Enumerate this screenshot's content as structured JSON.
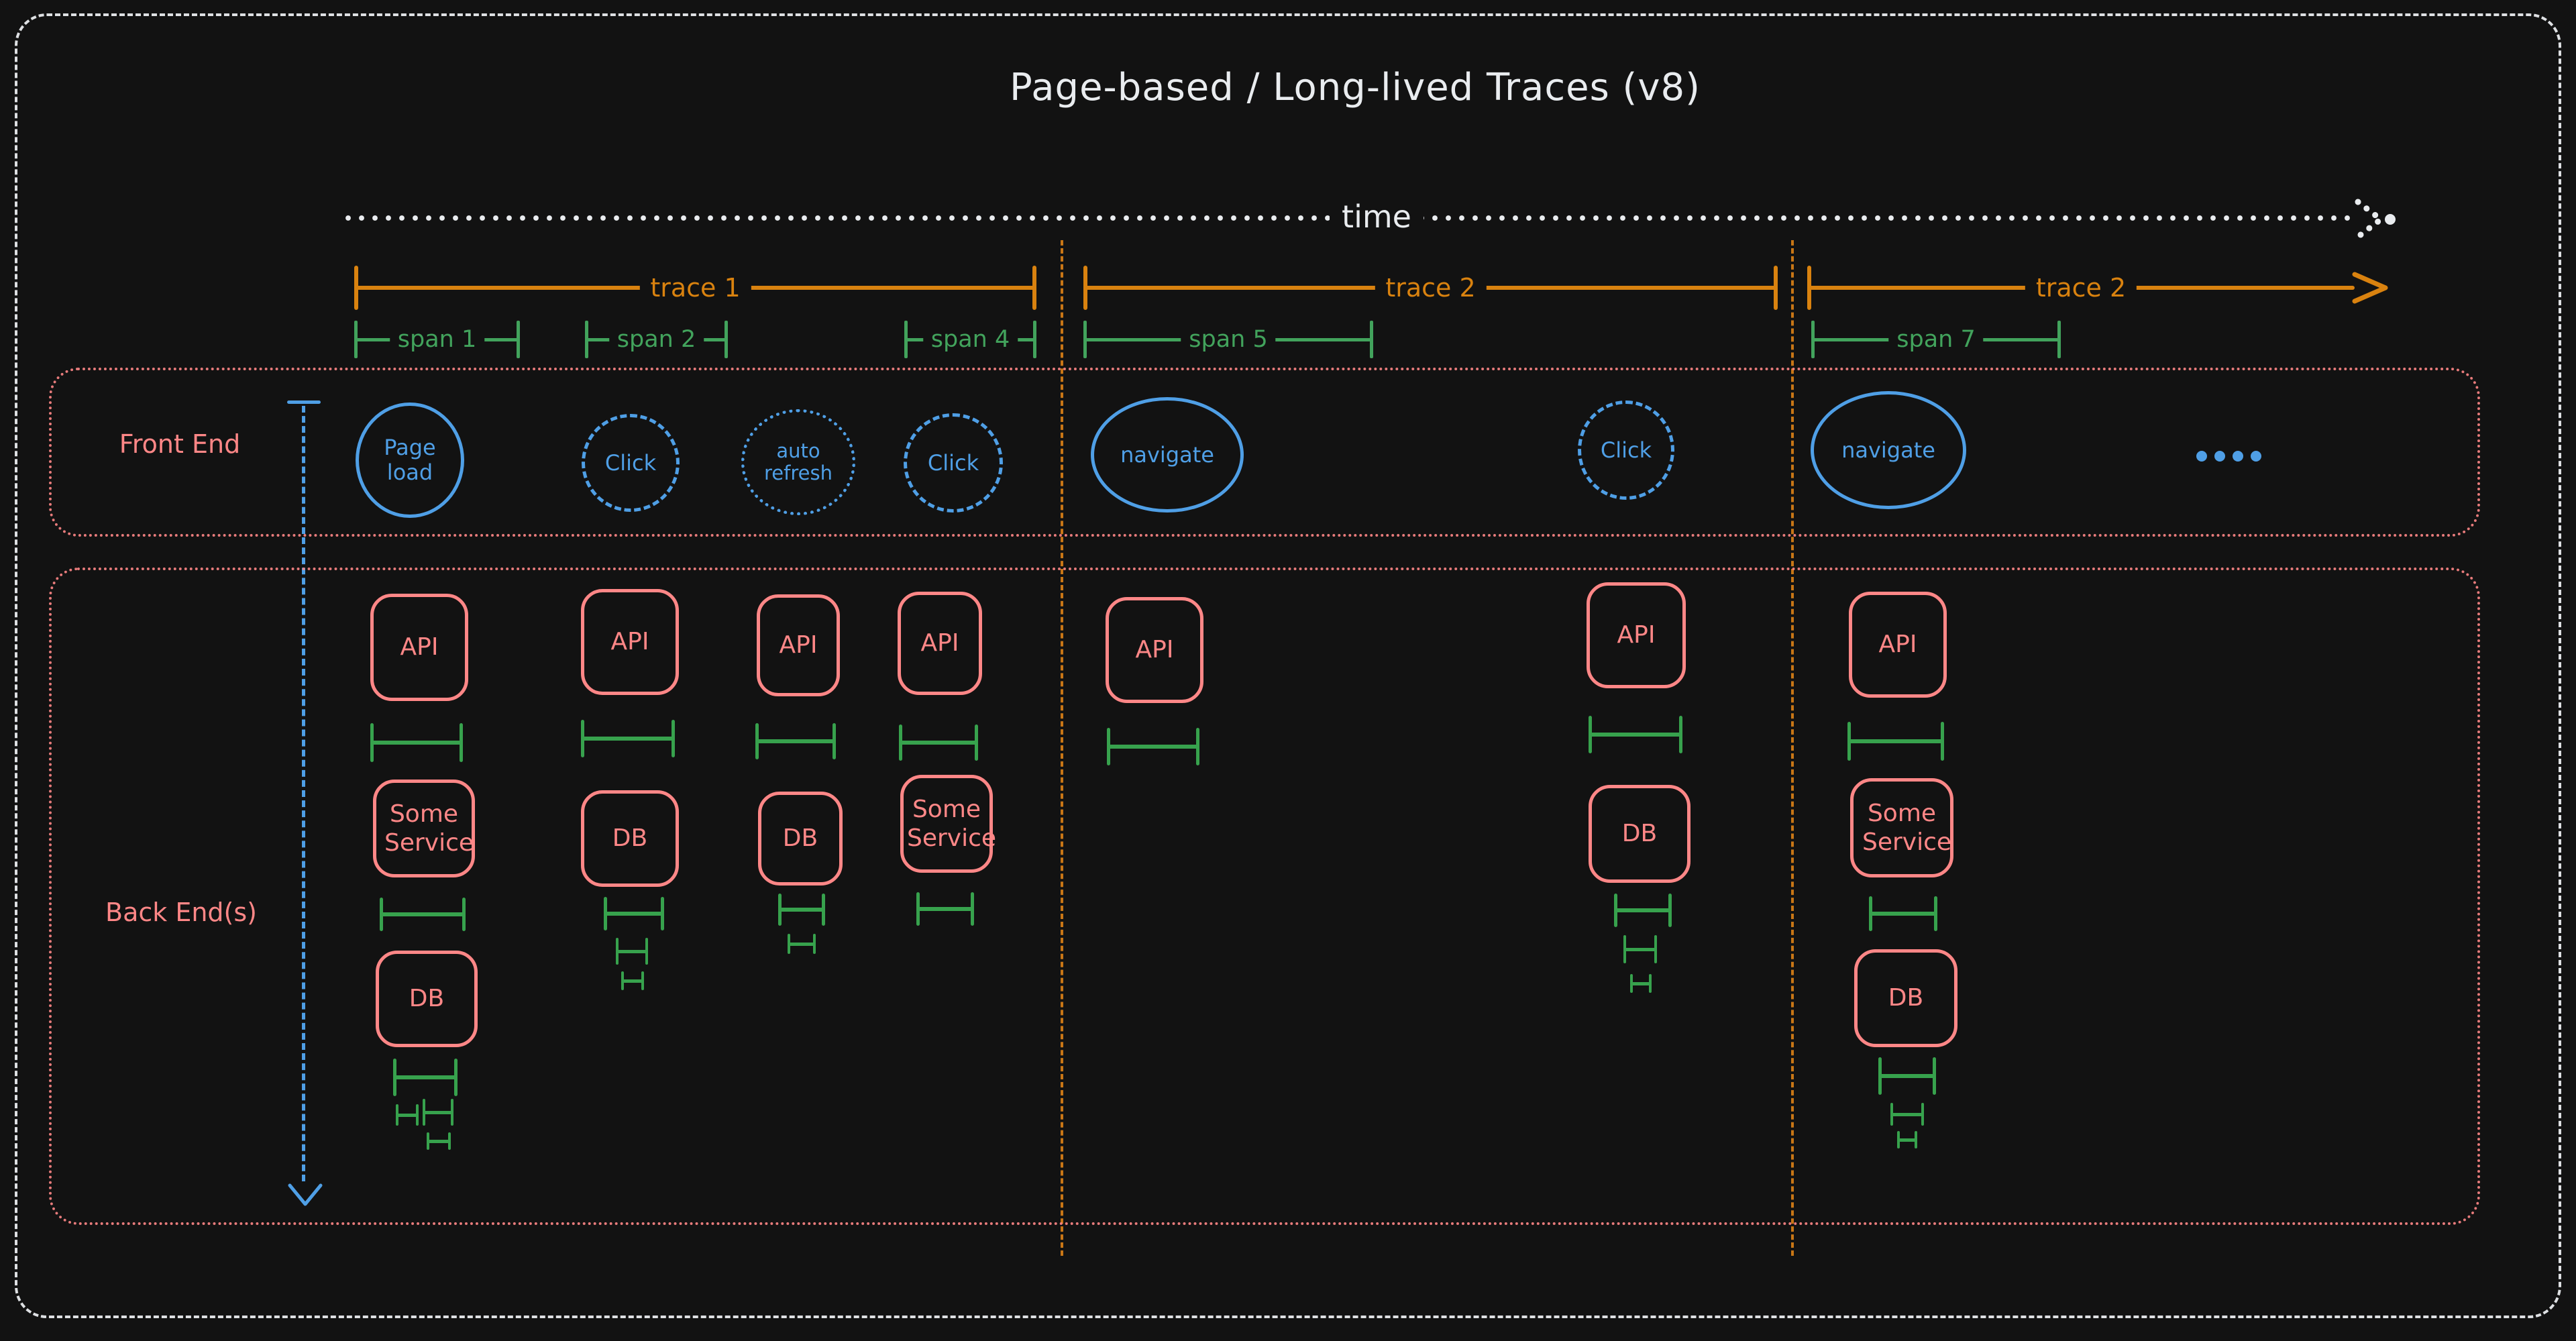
{
  "title": "Page-based / Long-lived Traces (v8)",
  "timeline": {
    "label": "time"
  },
  "traces": [
    {
      "label": "trace 1"
    },
    {
      "label": "trace 2"
    },
    {
      "label": "trace 2"
    }
  ],
  "spans": [
    {
      "label": "span 1"
    },
    {
      "label": "span 2"
    },
    {
      "label": "span 4"
    },
    {
      "label": "span 5"
    },
    {
      "label": "span 7"
    }
  ],
  "frontend": {
    "label": "Front End",
    "events": [
      "Page load",
      "Click",
      "auto refresh",
      "Click",
      "navigate",
      "Click",
      "navigate"
    ],
    "more_indicator_dots": 4
  },
  "backend": {
    "label": "Back End(s)",
    "columns": [
      {
        "boxes": [
          "API",
          "Some Service",
          "DB"
        ]
      },
      {
        "boxes": [
          "API",
          "DB"
        ]
      },
      {
        "boxes": [
          "API",
          "DB"
        ]
      },
      {
        "boxes": [
          "API",
          "Some Service"
        ]
      },
      {
        "boxes": [
          "API"
        ]
      },
      {
        "boxes": [
          "API",
          "DB"
        ]
      },
      {
        "boxes": [
          "API",
          "Some Service",
          "DB"
        ]
      }
    ]
  },
  "colors": {
    "background": "#121212",
    "ink": "#e9ecef",
    "orange": "#d9820f",
    "orange_dim": "#c87616",
    "green": "#42a35c",
    "green_bright": "#37a24d",
    "salmon": "#ff8787",
    "blue": "#4f9fe6"
  }
}
